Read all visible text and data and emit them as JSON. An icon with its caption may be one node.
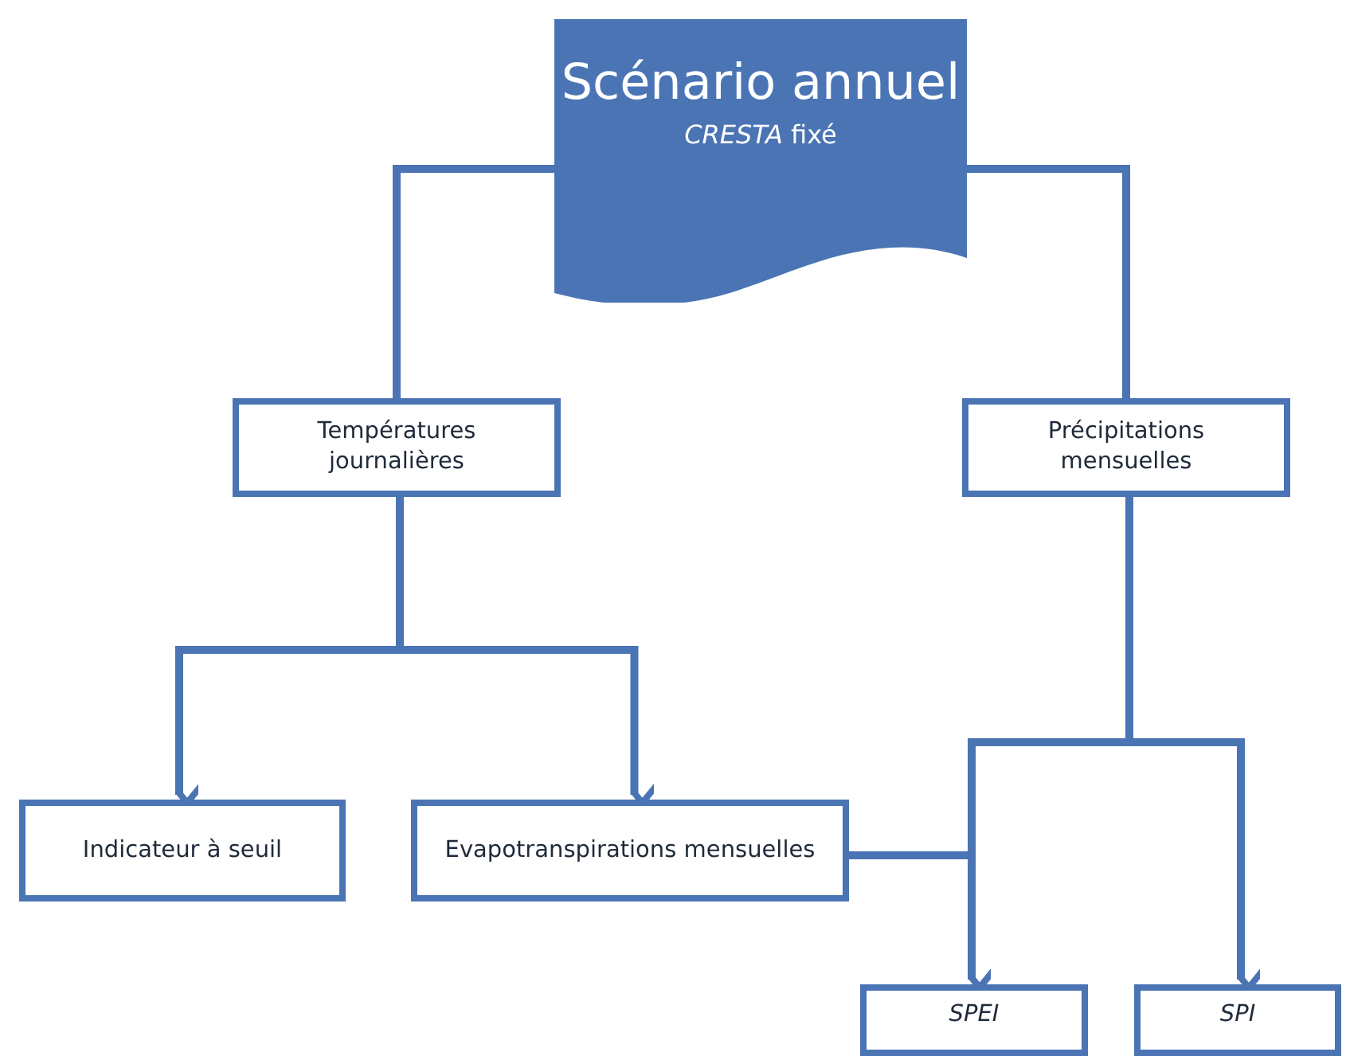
{
  "diagram": {
    "nodes": [
      {
        "text": [
          "Scénario annuel",
          "*CRESTA* fixé"
        ]
      },
      {
        "text": [
          "Températures journalières"
        ]
      },
      {
        "text": [
          "Précipitations mensuelles"
        ]
      },
      {
        "text": [
          "Indicateur à seuil"
        ]
      },
      {
        "text": [
          "Evapotranspirations mensuelles"
        ]
      },
      {
        "text": [
          "SPEI"
        ]
      },
      {
        "text": [
          "SPI"
        ]
      }
    ],
    "edges": [
      {
        "from": 0,
        "to": 1,
        "arrow": "none"
      },
      {
        "from": 0,
        "to": 2,
        "arrow": "none"
      },
      {
        "from": 1,
        "to": 3,
        "arrow": "to"
      },
      {
        "from": 1,
        "to": 4,
        "arrow": "to"
      },
      {
        "from": 2,
        "to": 5,
        "arrow": "to"
      },
      {
        "from": 2,
        "to": 6,
        "arrow": "to"
      },
      {
        "from": 4,
        "to": 5,
        "arrow": "to"
      }
    ]
  }
}
